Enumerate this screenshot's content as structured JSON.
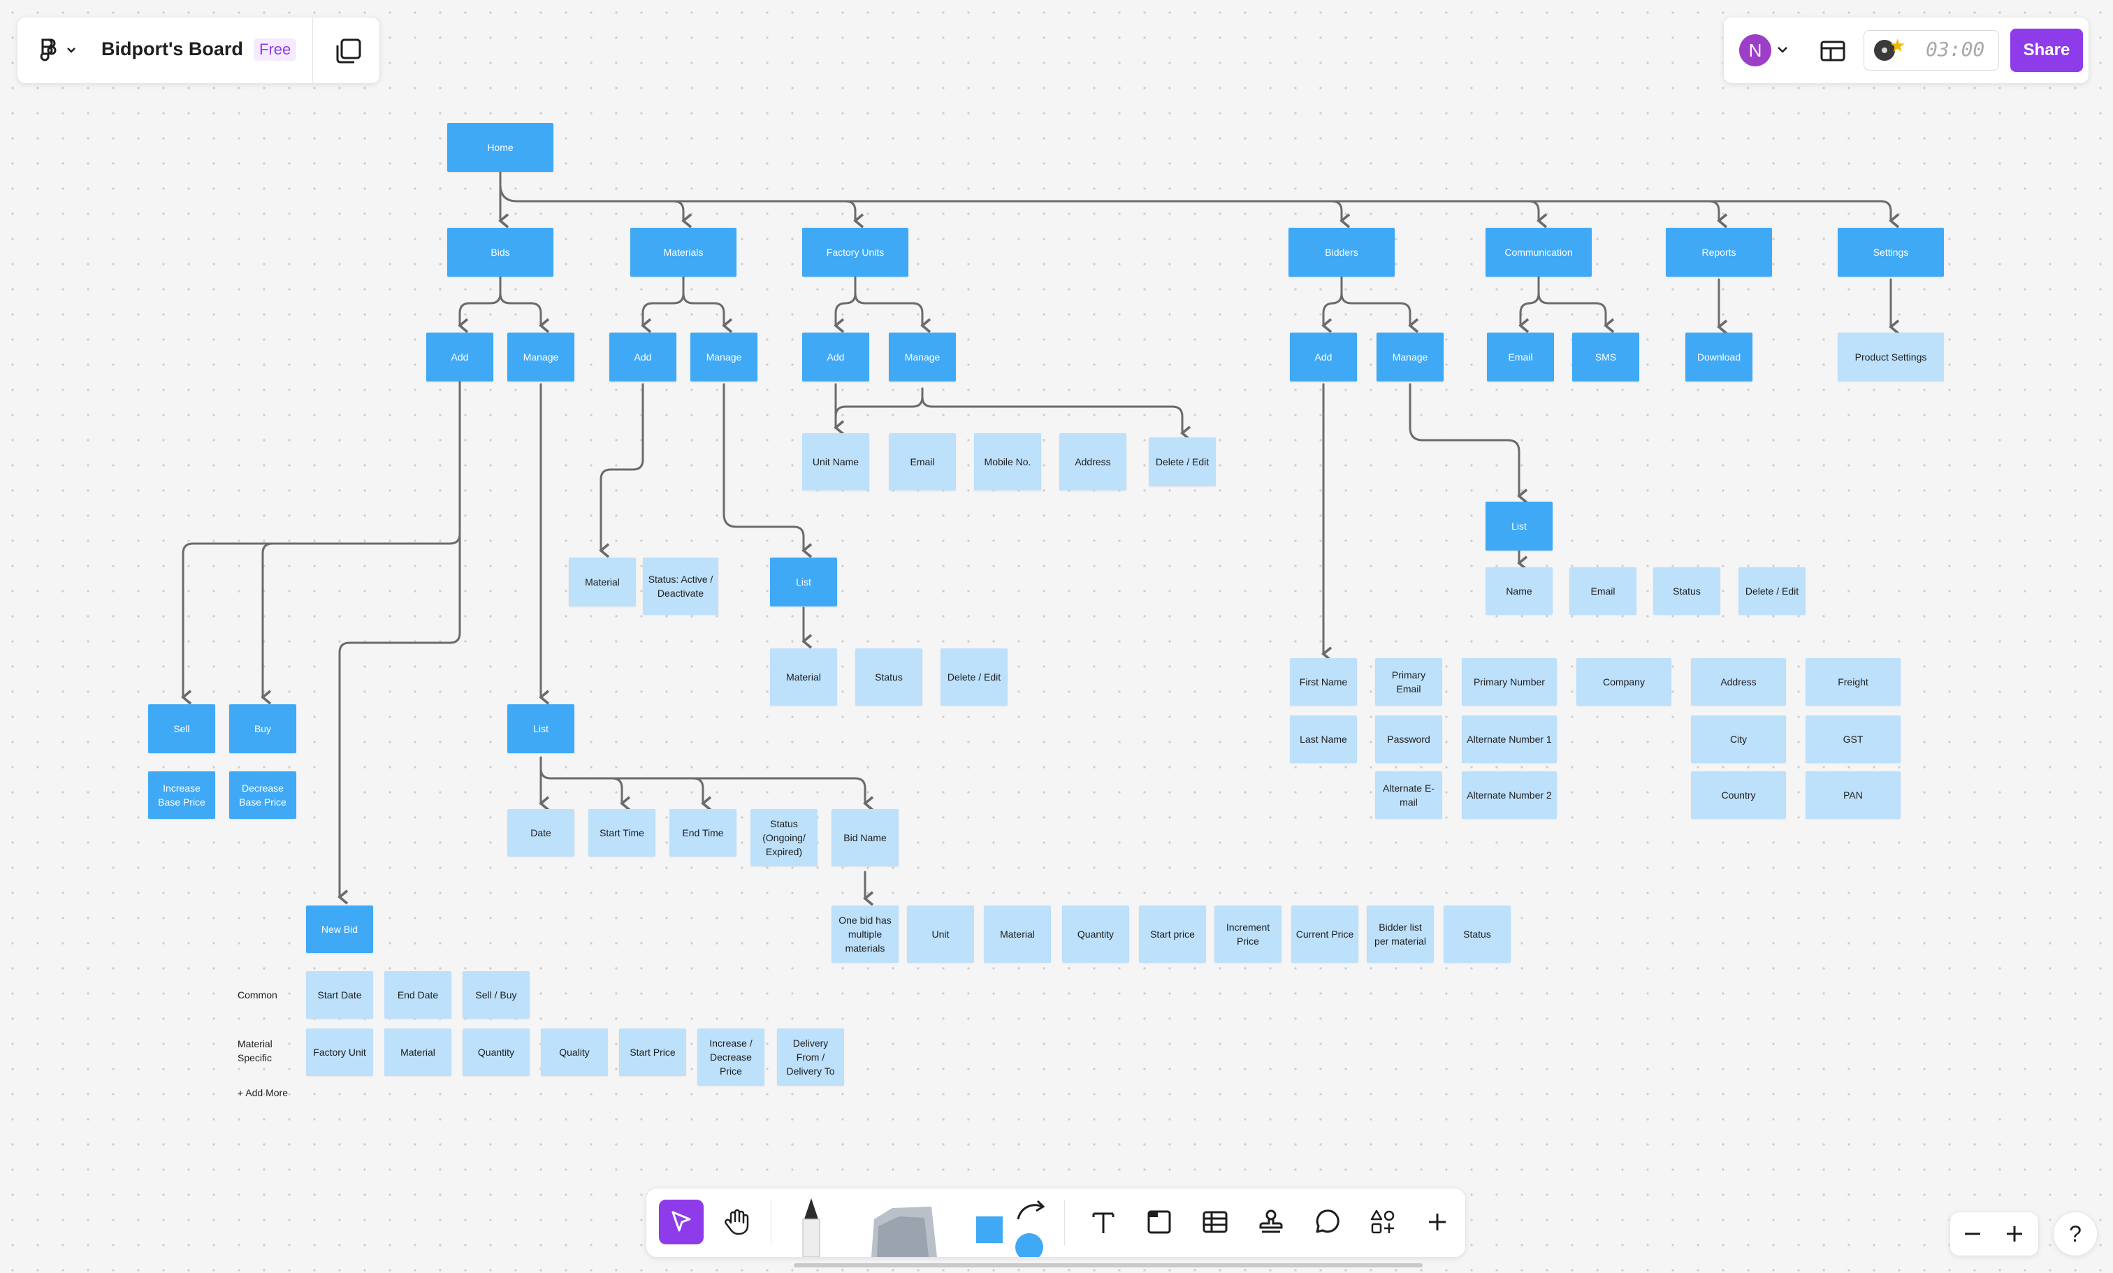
{
  "app": {
    "board_title": "Bidport's Board",
    "plan_badge": "Free",
    "user_initial": "N",
    "timer": "03:00",
    "share_label": "Share",
    "help_label": "?",
    "accent_color": "#8e3bea",
    "avatar_color": "#9c3ec7",
    "node_dark_color": "#3fa9f5",
    "node_light_color": "#bde0fb"
  },
  "toolbar": {
    "tools": [
      "select-tool",
      "hand-tool",
      "marker-tool",
      "shape-library",
      "rectangle-tool",
      "connector-tool",
      "text-tool",
      "section-tool",
      "table-tool",
      "stamp-tool",
      "comment-tool",
      "more-tools",
      "add-tool"
    ]
  },
  "flowchart": {
    "home": "Home",
    "sections": {
      "bids": "Bids",
      "materials": "Materials",
      "factory_units": "Factory Units",
      "bidders": "Bidders",
      "communication": "Communication",
      "reports": "Reports",
      "settings": "Settings"
    },
    "bids": {
      "add": "Add",
      "manage": "Manage",
      "sell": "Sell",
      "buy": "Buy",
      "increase_base_price": "Increase Base Price",
      "decrease_base_price": "Decrease Base Price",
      "new_bid": "New Bid",
      "list": "List",
      "list_fields": [
        "Date",
        "Start Time",
        "End Time",
        "Status (Ongoing/ Expired)",
        "Bid Name"
      ],
      "bid_detail_fields": [
        "One bid has multiple materials",
        "Unit",
        "Material",
        "Quantity",
        "Start price",
        "Increment Price",
        "Current Price",
        "Bidder list per material",
        "Status"
      ],
      "common_label": "Common",
      "common_fields": [
        "Start Date",
        "End Date",
        "Sell / Buy"
      ],
      "material_specific_label": "Material Specific",
      "material_fields": [
        "Factory Unit",
        "Material",
        "Quantity",
        "Quality",
        "Start Price",
        "Increase / Decrease Price",
        "Delivery From / Delivery To"
      ],
      "add_more": "+ Add More"
    },
    "materials": {
      "add": "Add",
      "manage": "Manage",
      "add_fields": [
        "Material",
        "Status: Active / Deactivate"
      ],
      "list": "List",
      "list_fields": [
        "Material",
        "Status",
        "Delete / Edit"
      ]
    },
    "factory_units": {
      "add": "Add",
      "manage": "Manage",
      "fields": [
        "Unit Name",
        "Email",
        "Mobile No.",
        "Address",
        "Delete / Edit"
      ]
    },
    "bidders": {
      "add": "Add",
      "manage": "Manage",
      "list": "List",
      "list_fields": [
        "Name",
        "Email",
        "Status",
        "Delete / Edit"
      ],
      "form": {
        "first_name": "First Name",
        "last_name": "Last Name",
        "primary_email": "Primary Email",
        "password": "Password",
        "alternate_email": "Alternate E-mail",
        "primary_number": "Primary Number",
        "alternate_number_1": "Alternate Number 1",
        "alternate_number_2": "Alternate Number 2",
        "company": "Company",
        "address": "Address",
        "city": "City",
        "country": "Country",
        "freight": "Freight",
        "gst": "GST",
        "pan": "PAN"
      }
    },
    "communication": {
      "email": "Email",
      "sms": "SMS"
    },
    "reports": {
      "download": "Download"
    },
    "settings": {
      "product_settings": "Product Settings"
    }
  }
}
